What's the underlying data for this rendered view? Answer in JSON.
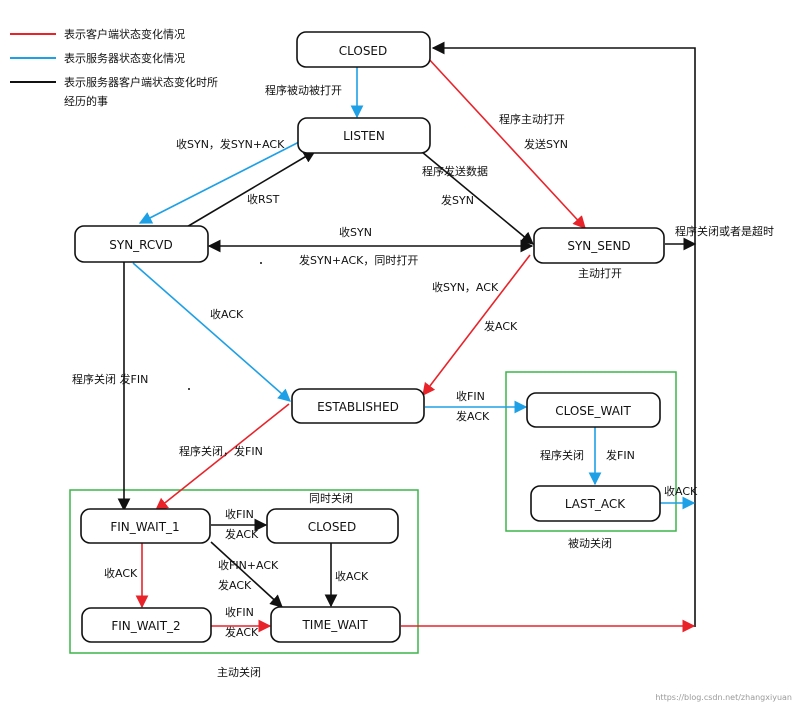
{
  "colors": {
    "client": "#e8232a",
    "server": "#1ea0e6",
    "both": "#111111",
    "group_box": "#3bb54a"
  },
  "legend": {
    "client": "表示客户端状态变化情况",
    "server": "表示服务器状态变化情况",
    "both_line1": "表示服务器客户端状态变化时所",
    "both_line2": "经历的事"
  },
  "states": {
    "closed_top": "CLOSED",
    "listen": "LISTEN",
    "syn_rcvd": "SYN_RCVD",
    "syn_send": "SYN_SEND",
    "established": "ESTABLISHED",
    "close_wait": "CLOSE_WAIT",
    "last_ack": "LAST_ACK",
    "fin_wait_1": "FIN_WAIT_1",
    "closed_mid": "CLOSED",
    "fin_wait_2": "FIN_WAIT_2",
    "time_wait": "TIME_WAIT"
  },
  "labels": {
    "passive_open": "程序被动被打开",
    "active_open": "程序主动打开",
    "send_syn_top": "发送SYN",
    "recv_syn_send_syn_ack": "收SYN，发SYN+ACK",
    "recv_rst": "收RST",
    "app_send_data": "程序发送数据",
    "send_syn_mid": "发SYN",
    "recv_syn_mid": "收SYN",
    "send_syn_ack_simul_open": "发SYN+ACK，同时打开",
    "app_close_or_timeout": "程序关闭或者是超时",
    "active_open_note": "主动打开",
    "recv_syn_ack": "收SYN，ACK",
    "send_ack_mid": "发ACK",
    "recv_ack_mid": "收ACK",
    "app_close_send_fin_left": "程序关闭  发FIN",
    "recv_fin_est": "收FIN",
    "send_ack_est": "发ACK",
    "app_close_send_fin_est": "程序关闭，发FIN",
    "app_close_cw": "程序关闭",
    "send_fin_cw": "发FIN",
    "recv_ack_last": "收ACK",
    "passive_close": "被动关闭",
    "recv_fin_fw1": "收FIN",
    "send_ack_fw1": "发ACK",
    "simul_close": "同时关闭",
    "recv_fin_ack": "收FIN+ACK",
    "send_ack_diag": "发ACK",
    "recv_ack_fw1": "收ACK",
    "recv_ack_closed": "收ACK",
    "recv_fin_fw2": "收FIN",
    "send_ack_fw2": "发ACK",
    "active_close": "主动关闭"
  },
  "watermark": "https://blog.csdn.net/zhangxiyuan"
}
